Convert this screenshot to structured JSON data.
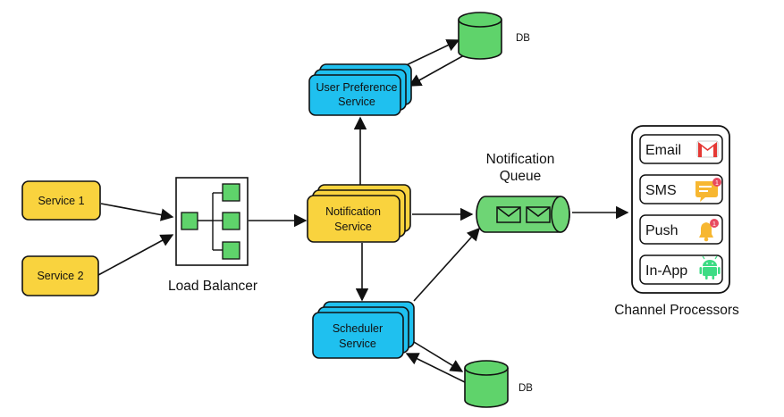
{
  "services": {
    "service1": "Service 1",
    "service2": "Service 2"
  },
  "load_balancer": {
    "label": "Load Balancer"
  },
  "user_preference": {
    "line1": "User Preference",
    "line2": "Service"
  },
  "notification_service": {
    "line1": "Notification",
    "line2": "Service"
  },
  "scheduler_service": {
    "line1": "Scheduler",
    "line2": "Service"
  },
  "db_top": "DB",
  "db_bottom": "DB",
  "queue": {
    "line1": "Notification",
    "line2": "Queue"
  },
  "channels": {
    "title": "Channel Processors",
    "items": [
      {
        "label": "Email",
        "icon": "gmail-icon"
      },
      {
        "label": "SMS",
        "icon": "sms-chat-icon",
        "badge": "1"
      },
      {
        "label": "Push",
        "icon": "bell-icon",
        "badge": "1"
      },
      {
        "label": "In-App",
        "icon": "android-icon"
      }
    ]
  },
  "colors": {
    "service_yellow": "#f9d33e",
    "service_blue": "#1fc0ef",
    "green": "#5fd36b",
    "queue_green": "#6ed575",
    "gmail_red": "#e53935",
    "sms_orange": "#f7b731",
    "badge_red": "#e84a5f",
    "android_green": "#3ddc84"
  }
}
